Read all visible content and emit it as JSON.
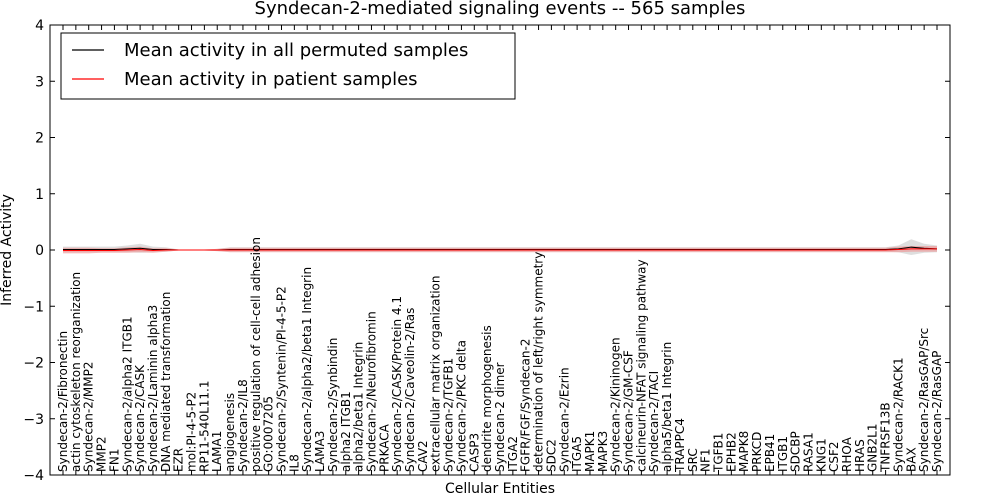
{
  "chart_data": {
    "type": "line",
    "title": "Syndecan-2-mediated signaling events -- 565 samples",
    "xlabel": "Cellular Entities",
    "ylabel": "Inferred Activity",
    "ylim": [
      -4,
      4
    ],
    "yticks": [
      -4,
      -3,
      -2,
      -1,
      0,
      1,
      2,
      3,
      4
    ],
    "grid": false,
    "legend_position": "top-left",
    "categories": [
      "Syndecan-2/Fibronectin",
      "actin cytoskeleton reorganization",
      "Syndecan-2/MMP2",
      "MMP2",
      "FN1",
      "Syndecan-2/alpha2 ITGB1",
      "Syndecan-2/CASK",
      "Syndecan-2/Laminin alpha3",
      "DNA mediated transformation",
      "EZR",
      "mol:PI-4-5-P2",
      "RP11-540L11.1",
      "LAMA1",
      "angiogenesis",
      "Syndecan-2/IL8",
      "positive regulation of cell-cell adhesion",
      "GO:0007205",
      "Syndecan-2/Syntenin/PI-4-5-P2",
      "IL8",
      "Syndecan-2/alpha2/beta1 Integrin",
      "LAMA3",
      "Syndecan-2/Synbindin",
      "alpha2 ITGB1",
      "alpha2/beta1 Integrin",
      "Syndecan-2/Neurofibromin",
      "PRKACA",
      "Syndecan-2/CASK/Protein 4.1",
      "Syndecan-2/Caveolin-2/Ras",
      "CAV2",
      "extracellular matrix organization",
      "Syndecan-2/TGFB1",
      "Syndecan-2/PKC delta",
      "CASP3",
      "dendrite morphogenesis",
      "Syndecan-2 dimer",
      "ITGA2",
      "FGFR/FGF/Syndecan-2",
      "determination of left/right symmetry",
      "SDC2",
      "Syndecan-2/Ezrin",
      "ITGA5",
      "MAPK1",
      "MAPK3",
      "Syndecan-2/Kininogen",
      "Syndecan-2/GM-CSF",
      "calcineurin-NFAT signaling pathway",
      "Syndecan-2/TACI",
      "alpha5/beta1 Integrin",
      "TRAPPC4",
      "SRC",
      "NF1",
      "TGFB1",
      "EPHB2",
      "MAPK8",
      "PRKCD",
      "EPB41",
      "ITGB1",
      "SDCBP",
      "RASA1",
      "KNG1",
      "CSF2",
      "RHOA",
      "HRAS",
      "GNB2L1",
      "TNFRSF13B",
      "Syndecan-2/RACK1",
      "BAX",
      "Syndecan-2/RasGAP/Src",
      "Syndecan-2/RasGAP"
    ],
    "series": [
      {
        "name": "Mean activity in all permuted samples",
        "color": "#000000",
        "band_color": "#c8c8c8",
        "values": [
          0.01,
          0.01,
          0.01,
          0.01,
          0.01,
          0.02,
          0.03,
          0.01,
          0.01,
          0.0,
          0.0,
          0.0,
          0.0,
          0.01,
          0.01,
          0.01,
          0.01,
          0.01,
          0.01,
          0.01,
          0.01,
          0.01,
          0.01,
          0.01,
          0.01,
          0.01,
          0.01,
          0.01,
          0.01,
          0.01,
          0.01,
          0.01,
          0.01,
          0.01,
          0.01,
          0.01,
          0.01,
          0.01,
          0.01,
          0.01,
          0.01,
          0.01,
          0.01,
          0.01,
          0.01,
          0.01,
          0.01,
          0.01,
          0.01,
          0.01,
          0.01,
          0.01,
          0.01,
          0.01,
          0.01,
          0.01,
          0.01,
          0.01,
          0.01,
          0.01,
          0.01,
          0.01,
          0.01,
          0.01,
          0.01,
          0.02,
          0.05,
          0.03,
          0.02
        ],
        "band": [
          0.05,
          0.05,
          0.05,
          0.05,
          0.05,
          0.06,
          0.08,
          0.05,
          0.04,
          0.01,
          0.01,
          0.01,
          0.02,
          0.04,
          0.04,
          0.04,
          0.04,
          0.04,
          0.04,
          0.04,
          0.04,
          0.04,
          0.04,
          0.04,
          0.04,
          0.04,
          0.04,
          0.04,
          0.04,
          0.04,
          0.04,
          0.04,
          0.04,
          0.04,
          0.04,
          0.04,
          0.04,
          0.04,
          0.04,
          0.04,
          0.04,
          0.04,
          0.04,
          0.04,
          0.04,
          0.04,
          0.04,
          0.04,
          0.04,
          0.04,
          0.04,
          0.04,
          0.04,
          0.04,
          0.04,
          0.04,
          0.04,
          0.04,
          0.04,
          0.04,
          0.04,
          0.04,
          0.04,
          0.04,
          0.04,
          0.06,
          0.14,
          0.08,
          0.06
        ]
      },
      {
        "name": "Mean activity in patient samples",
        "color": "#ff0000",
        "band_color": "#f08a8a",
        "values": [
          -0.01,
          -0.01,
          -0.01,
          -0.01,
          -0.01,
          0.0,
          0.01,
          -0.01,
          0.0,
          0.0,
          0.0,
          0.0,
          0.0,
          0.0,
          0.0,
          0.0,
          0.0,
          0.0,
          0.0,
          0.0,
          0.0,
          0.0,
          0.0,
          0.0,
          0.0,
          0.0,
          0.0,
          0.0,
          0.0,
          0.0,
          0.0,
          0.0,
          0.0,
          0.0,
          0.0,
          0.0,
          0.0,
          0.0,
          0.0,
          0.0,
          0.0,
          0.0,
          0.0,
          0.0,
          0.0,
          0.0,
          0.0,
          0.0,
          0.0,
          0.0,
          0.0,
          0.0,
          0.0,
          0.0,
          0.0,
          0.0,
          0.0,
          0.0,
          0.0,
          0.0,
          0.0,
          0.0,
          0.0,
          0.0,
          0.0,
          0.01,
          0.02,
          0.02,
          0.02
        ],
        "band": [
          0.05,
          0.05,
          0.05,
          0.04,
          0.04,
          0.05,
          0.05,
          0.04,
          0.03,
          0.01,
          0.01,
          0.01,
          0.02,
          0.04,
          0.04,
          0.04,
          0.04,
          0.04,
          0.04,
          0.04,
          0.04,
          0.04,
          0.04,
          0.04,
          0.04,
          0.04,
          0.04,
          0.04,
          0.04,
          0.04,
          0.04,
          0.04,
          0.04,
          0.04,
          0.04,
          0.04,
          0.04,
          0.04,
          0.04,
          0.04,
          0.04,
          0.04,
          0.04,
          0.04,
          0.04,
          0.04,
          0.04,
          0.04,
          0.04,
          0.04,
          0.04,
          0.04,
          0.04,
          0.04,
          0.04,
          0.04,
          0.04,
          0.04,
          0.04,
          0.04,
          0.04,
          0.04,
          0.04,
          0.04,
          0.04,
          0.05,
          0.05,
          0.05,
          0.05
        ]
      }
    ]
  }
}
